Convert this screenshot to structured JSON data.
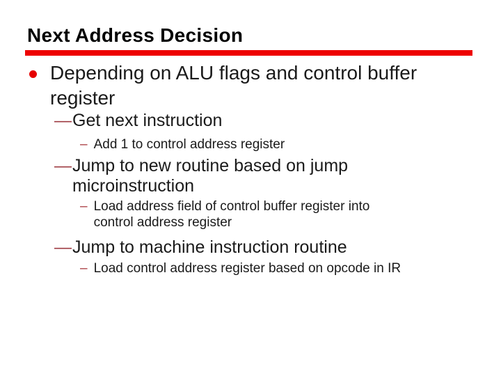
{
  "slide": {
    "title": "Next Address Decision",
    "colors": {
      "background": "#ffffff",
      "rule_red": "#ee0000",
      "bullet_red": "#e60000",
      "dash_red": "#9e3b42",
      "subdash_red": "#a93b40",
      "title_color": "#000000",
      "text_color": "#1a1a1a"
    },
    "bullet1": {
      "marker": "red-dot",
      "text": "Depending on ALU flags and control buffer\nregister"
    },
    "items": [
      {
        "level": 2,
        "dash": "—",
        "text": "Get next instruction"
      },
      {
        "level": 3,
        "dash": "–",
        "text": "Add 1 to control address register"
      },
      {
        "level": 2,
        "dash": "—",
        "text": "Jump to new routine based on jump\nmicroinstruction"
      },
      {
        "level": 3,
        "dash": "–",
        "text": "Load address field of control buffer register into\ncontrol address register"
      },
      {
        "level": 2,
        "dash": "—",
        "text": "Jump to machine instruction routine"
      },
      {
        "level": 3,
        "dash": "–",
        "text": "Load control address register based on opcode in IR"
      }
    ]
  }
}
